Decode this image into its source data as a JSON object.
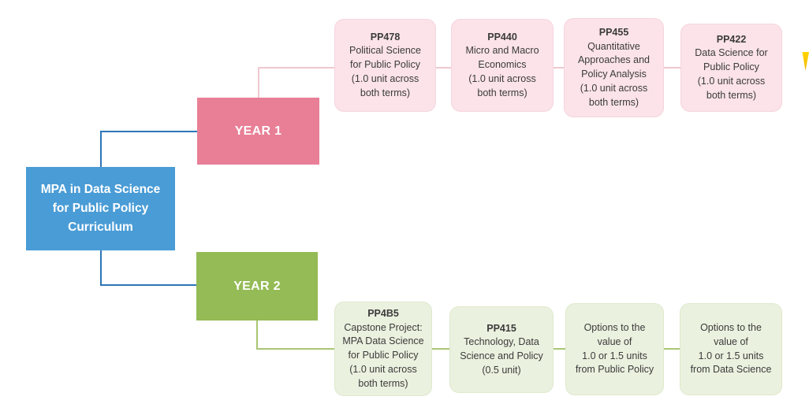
{
  "diagram": {
    "root": {
      "title": "MPA in Data Science\nfor Public Policy\nCurriculum"
    },
    "years": [
      {
        "label": "YEAR 1"
      },
      {
        "label": "YEAR 2"
      }
    ],
    "year1_courses": [
      {
        "code": "PP478",
        "body": "Political Science\nfor Public Policy\n(1.0 unit across\nboth terms)"
      },
      {
        "code": "PP440",
        "body": "Micro and Macro\nEconomics\n(1.0 unit across\nboth terms)"
      },
      {
        "code": "PP455",
        "body": "Quantitative\nApproaches and\nPolicy Analysis\n(1.0 unit across\nboth terms)"
      },
      {
        "code": "PP422",
        "body": "Data Science for\nPublic Policy\n(1.0 unit across\nboth terms)"
      }
    ],
    "year2_courses": [
      {
        "code": "PP4B5",
        "body": "Capstone Project:\nMPA Data Science\nfor Public Policy\n(1.0 unit across\nboth terms)"
      },
      {
        "code": "PP415",
        "body": "Technology, Data\nScience and Policy\n(0.5 unit)"
      },
      {
        "code": "",
        "body": "Options to the\nvalue of\n1.0 or 1.5 units\nfrom Public Policy"
      },
      {
        "code": "",
        "body": "Options to the\nvalue of\n1.0 or 1.5 units\nfrom Data Science"
      }
    ],
    "colors": {
      "root_fill": "#4A9CD6",
      "year1_fill": "#E87F96",
      "year2_fill": "#94BB55",
      "course_pink_fill": "#FBE3E9",
      "course_green_fill": "#EBF1DF",
      "connector_blue": "#2E75B6",
      "connector_pink": "#F0C8D0",
      "connector_green": "#A9C573",
      "pen_mark_yellow": "#FFD500"
    }
  }
}
